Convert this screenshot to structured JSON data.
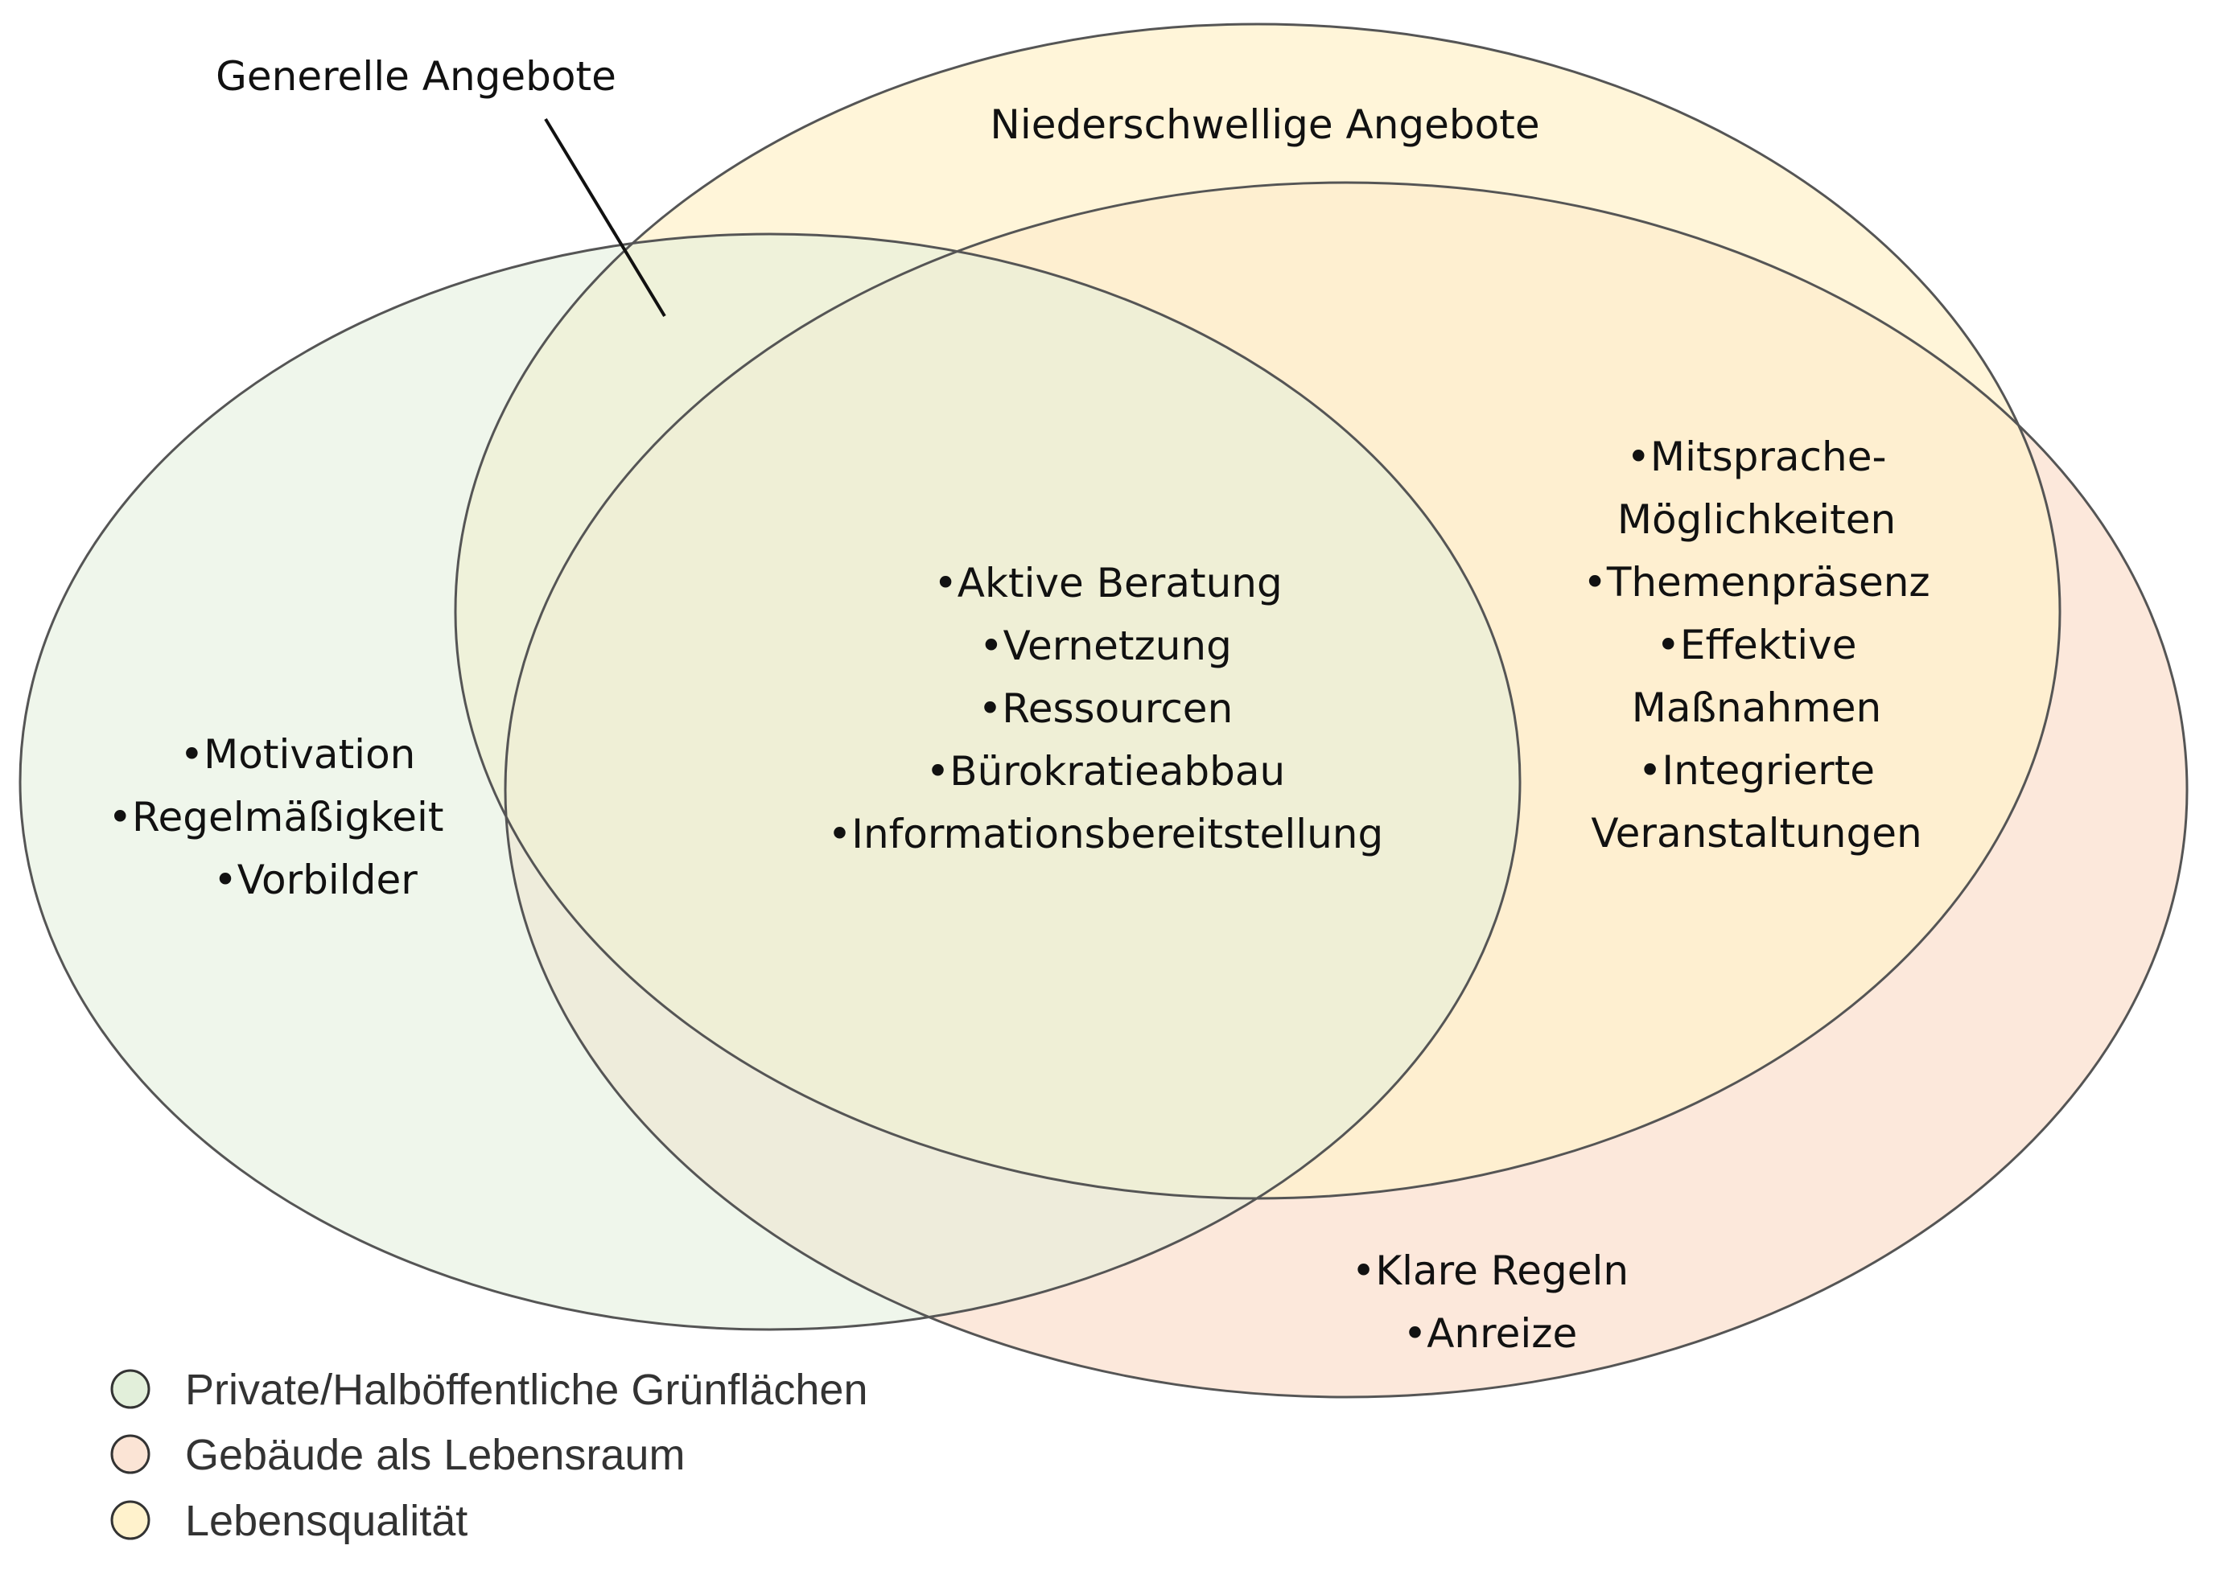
{
  "labels": {
    "generelle": "Generelle Angebote",
    "niederschwellige": "Niederschwellige Angebote"
  },
  "groups": {
    "green_only": [
      "•Motivation",
      "•Regelmäßigkeit",
      "•Vorbilder"
    ],
    "center": [
      "•Aktive Beratung",
      "•Vernetzung",
      "•Ressourcen",
      "•Bürokratieabbau",
      "•Informationsbereitstellung"
    ],
    "right": [
      "•Mitsprache-",
      "Möglichkeiten",
      "•Themenpräsenz",
      "•Effektive",
      "Maßnahmen",
      "•Integrierte",
      "Veranstaltungen"
    ],
    "pink_bottom": [
      "•Klare Regeln",
      "•Anreize"
    ]
  },
  "legend": [
    {
      "label": "Private/Halböffentliche Grünflächen",
      "color": "#e2efda"
    },
    {
      "label": "Gebäude als Lebensraum",
      "color": "#fbe4d5"
    },
    {
      "label": "Lebensqualität",
      "color": "#fff2cc"
    }
  ],
  "colors": {
    "green": "#e2efda",
    "pink": "#fbe4d5",
    "yellow": "#fff2cc",
    "outline": "#555555"
  }
}
